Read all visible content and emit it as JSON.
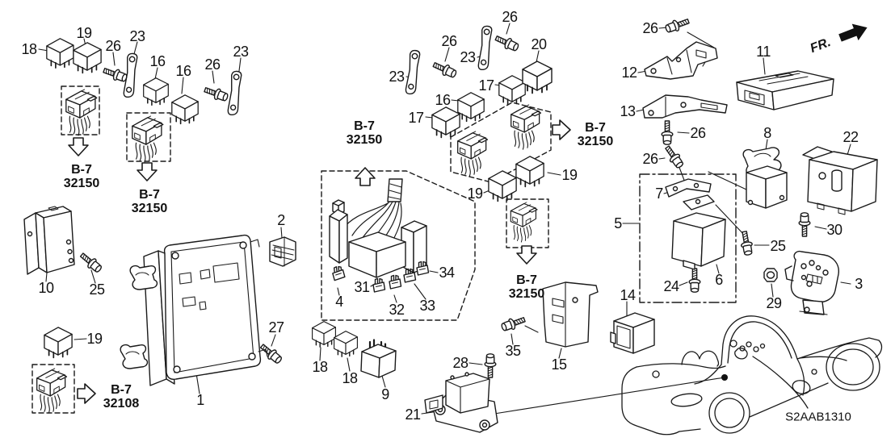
{
  "diagram": {
    "code": "S2AAB1310",
    "front_label": "FR.",
    "ref_b7": "B-7",
    "ref_32150": "32150",
    "ref_32108": "32108",
    "callouts": {
      "18a": "18",
      "19a": "19",
      "26a": "26",
      "23a": "23",
      "16a": "16",
      "16b": "16",
      "26b": "26",
      "23b": "23",
      "10": "10",
      "25a": "25",
      "19b": "19",
      "1": "1",
      "2": "2",
      "27": "27",
      "26c": "26",
      "23c": "23",
      "26d": "26",
      "23d": "23",
      "17a": "17",
      "20": "20",
      "16c": "16",
      "17b": "17",
      "19c": "19",
      "19d": "19",
      "4": "4",
      "31": "31",
      "32": "32",
      "33": "33",
      "34": "34",
      "18b": "18",
      "18c": "18",
      "9": "9",
      "28": "28",
      "21": "21",
      "35": "35",
      "15": "15",
      "26e": "26",
      "12": "12",
      "13": "13",
      "26f": "26",
      "26g": "26",
      "11": "11",
      "8": "8",
      "22": "22",
      "7": "7",
      "5": "5",
      "6": "6",
      "24": "24",
      "25b": "25",
      "30": "30",
      "29": "29",
      "3": "3",
      "14": "14"
    }
  }
}
